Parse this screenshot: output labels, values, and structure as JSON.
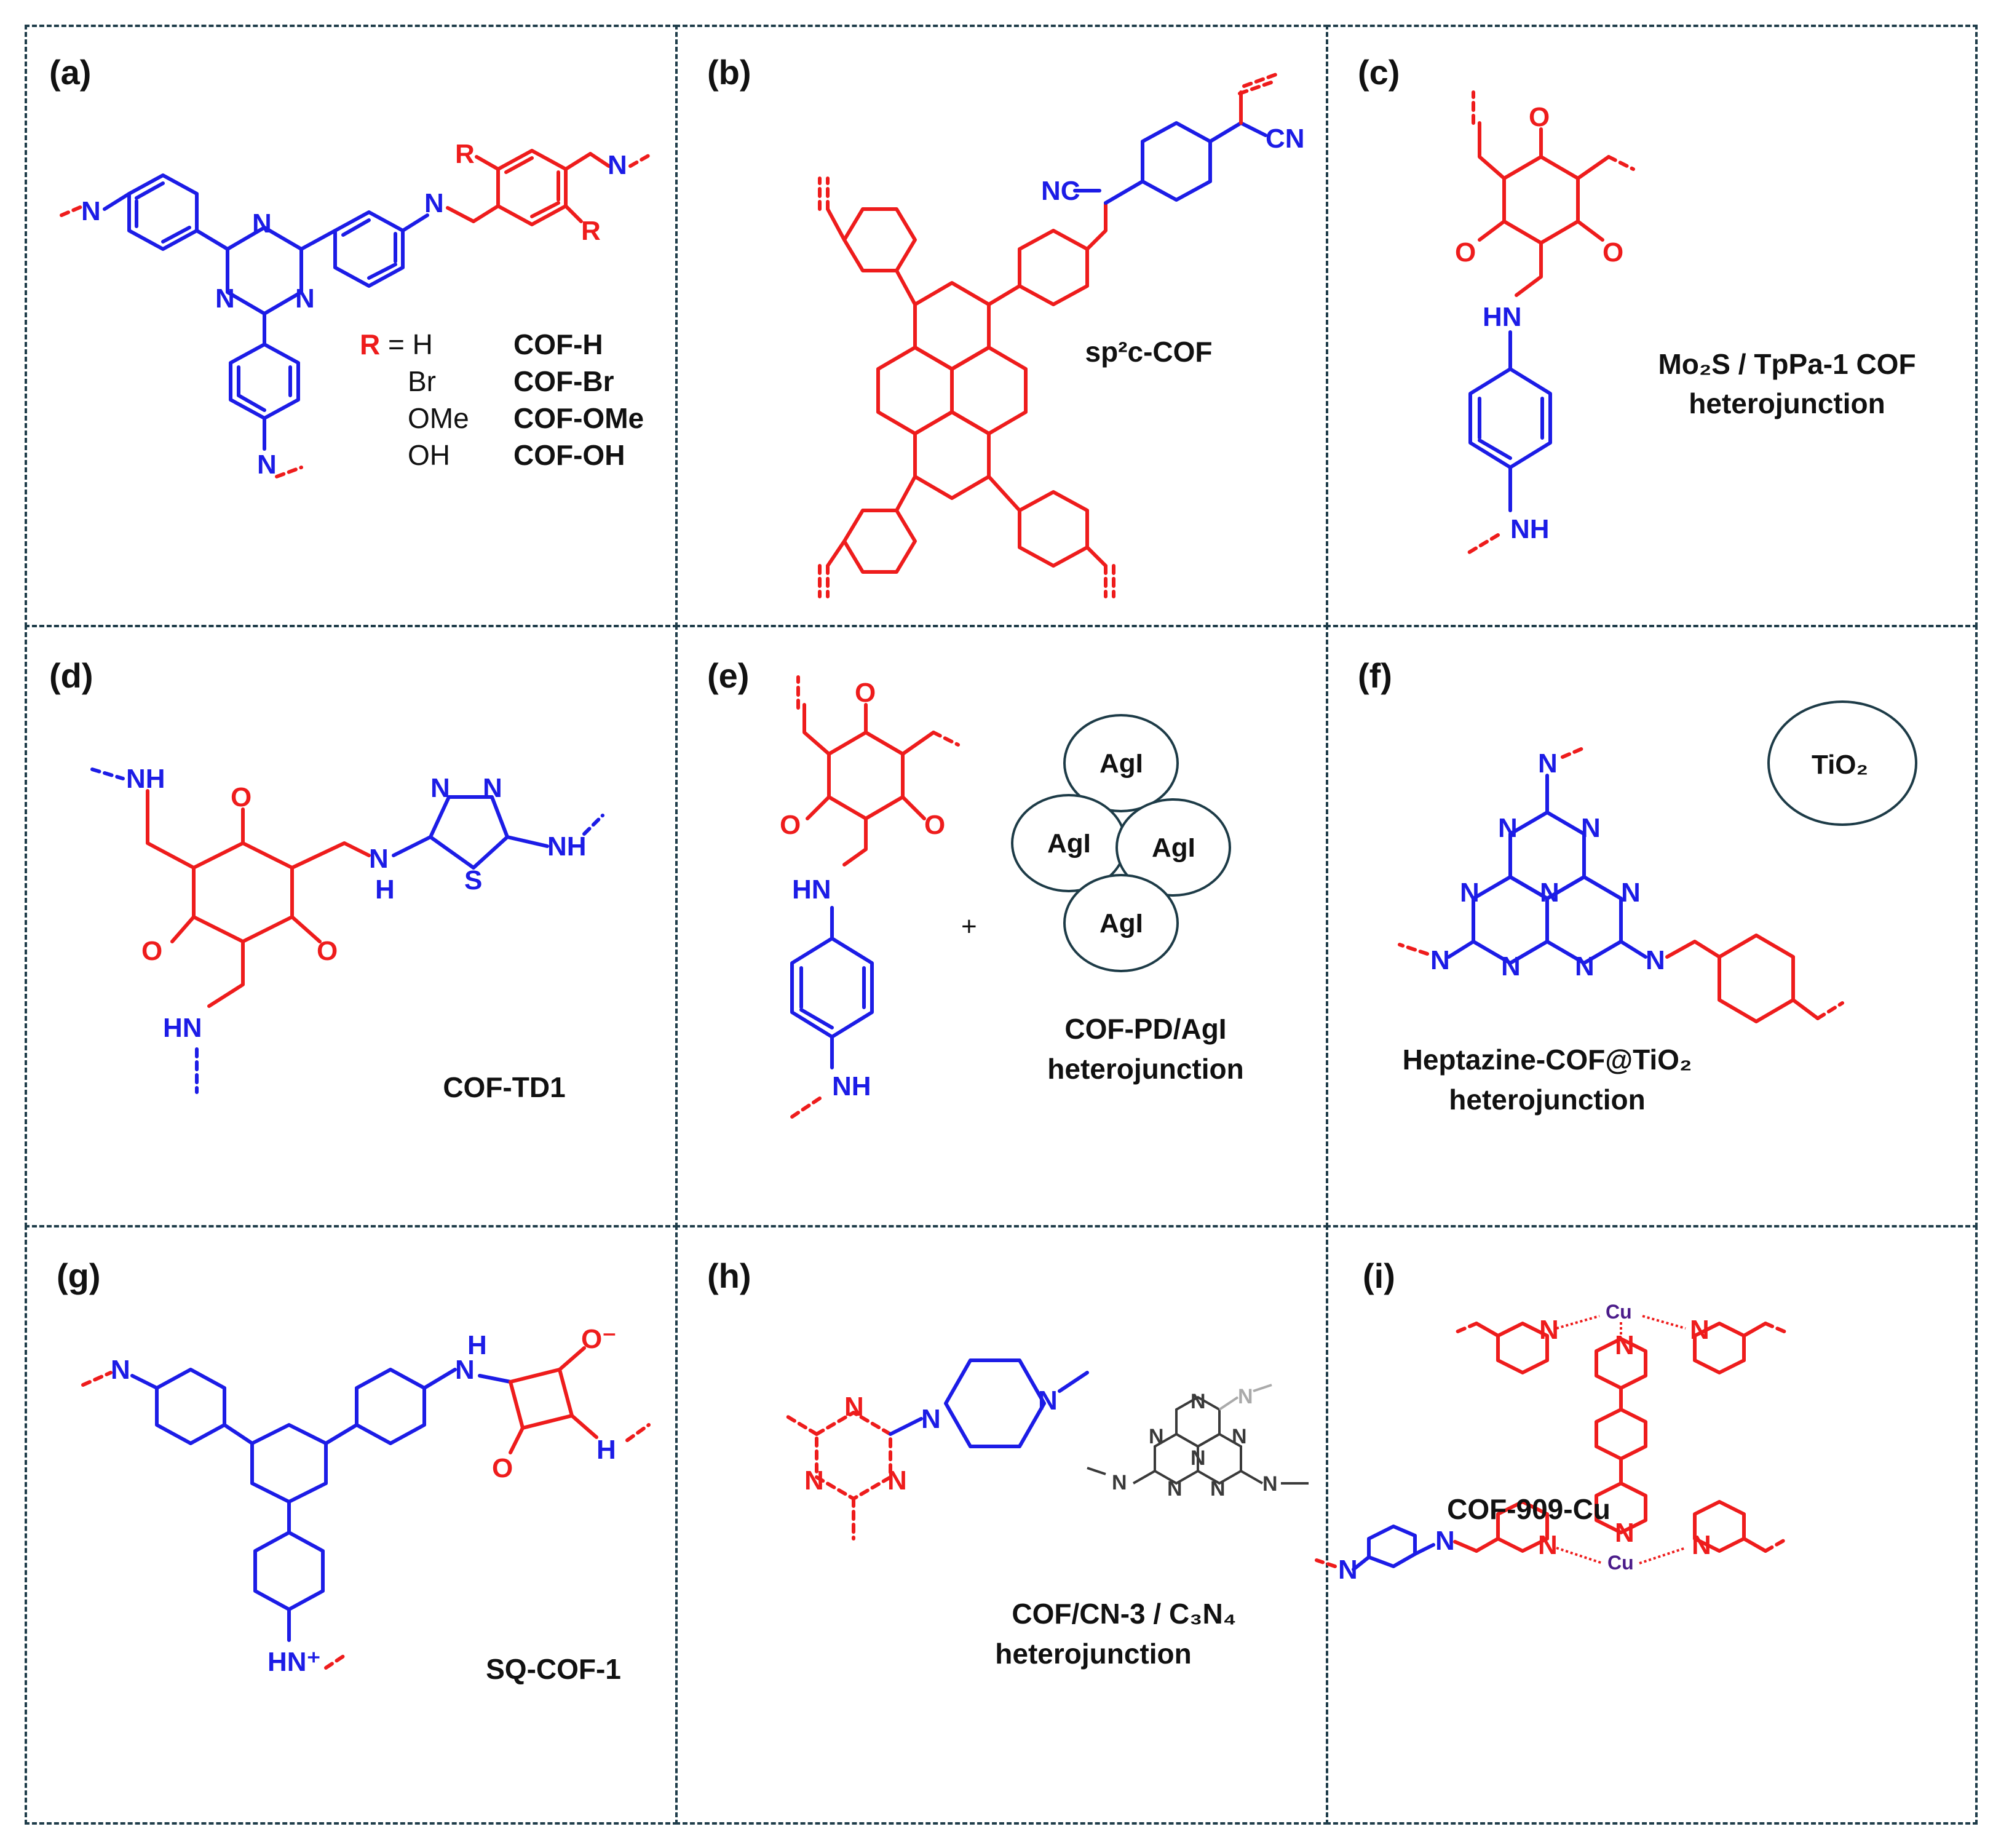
{
  "colors": {
    "red": "#ee1c1c",
    "blue": "#1c1ce6",
    "border": "#1f3d4a",
    "cu": "#4b1c8a"
  },
  "panels": {
    "a": {
      "letter": "(a)",
      "r_label": "R",
      "r_eq": "= H",
      "substituents": [
        "Br",
        "OMe",
        "OH"
      ],
      "cof_names": [
        "COF-H",
        "COF-Br",
        "COF-OMe",
        "COF-OH"
      ],
      "atoms": {
        "N": "N",
        "R": "R"
      }
    },
    "b": {
      "letter": "(b)",
      "caption": "sp²c-COF",
      "cn": "CN",
      "nc": "NC"
    },
    "c": {
      "letter": "(c)",
      "caption_line1": "Mo₂S / TpPa-1 COF",
      "caption_line2": "heterojunction",
      "atoms": {
        "O": "O",
        "HN": "HN",
        "NH": "NH"
      }
    },
    "d": {
      "letter": "(d)",
      "caption": "COF-TD1",
      "atoms": {
        "NH": "NH",
        "HN": "HN",
        "O": "O",
        "N": "N",
        "H": "H",
        "S": "S"
      }
    },
    "e": {
      "letter": "(e)",
      "plus": "+",
      "particle": "AgI",
      "caption_line1": "COF-PD/AgI",
      "caption_line2": "heterojunction",
      "atoms": {
        "O": "O",
        "HN": "HN",
        "NH": "NH"
      }
    },
    "f": {
      "letter": "(f)",
      "tio2": "TiO₂",
      "caption_line1": "Heptazine-COF@TiO₂",
      "caption_line2": "heterojunction",
      "atoms": {
        "N": "N"
      }
    },
    "g": {
      "letter": "(g)",
      "caption": "SQ-COF-1",
      "atoms": {
        "N": "N",
        "H": "H",
        "O": "O",
        "O_minus": "O⁻",
        "H_N_plus": "H",
        "HN_plus": "HN⁺"
      }
    },
    "h": {
      "letter": "(h)",
      "caption_line1": "COF/CN-3 / C₃N₄",
      "caption_line2": "heterojunction",
      "atoms": {
        "N": "N"
      }
    },
    "i": {
      "letter": "(i)",
      "caption": "COF-909-Cu",
      "atoms": {
        "N": "N",
        "Cu": "Cu"
      }
    }
  }
}
